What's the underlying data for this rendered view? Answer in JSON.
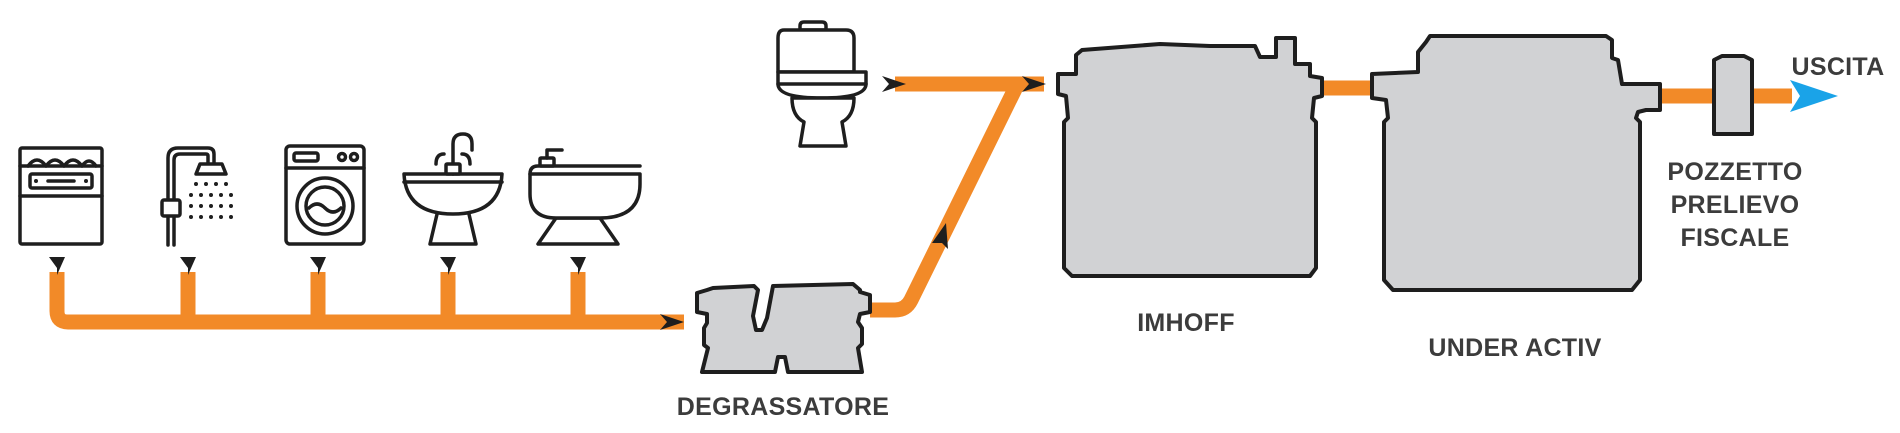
{
  "labels": {
    "degrassatore": "DEGRASSATORE",
    "imhoff": "IMHOFF",
    "under_activ": "UNDER ACTIV",
    "pozzetto_line1": "POZZETTO",
    "pozzetto_line2": "PRELIEVO",
    "pozzetto_line3": "FISCALE",
    "uscita": "USCITA"
  },
  "icons": [
    "dishwasher-icon",
    "shower-icon",
    "washing-machine-icon",
    "sink-icon",
    "bidet-icon",
    "toilet-icon"
  ],
  "colors": {
    "pipe": "#f28a28",
    "tank_fill": "#d1d2d4",
    "outline": "#1e1e1e",
    "outlet_arrow": "#1aa3e8",
    "label": "#3c3c3c"
  }
}
